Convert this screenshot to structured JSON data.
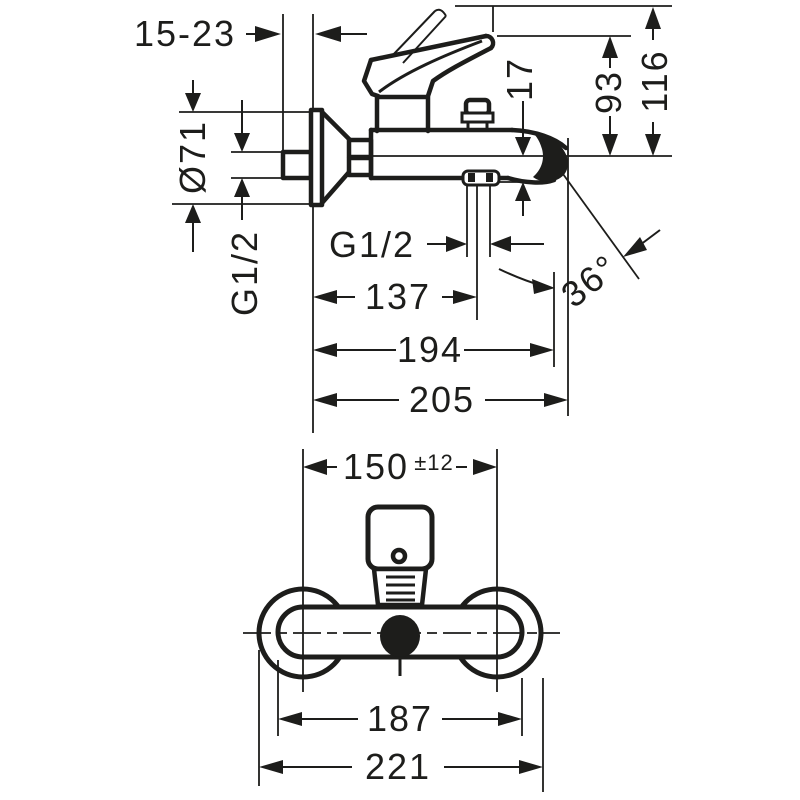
{
  "colors": {
    "line": "#1d1d1b",
    "background": "#ffffff"
  },
  "top_view": {
    "wall_distance": "15-23",
    "escutcheon_diameter": "Ø71",
    "wall_thread": "G1/2",
    "spout_offset": "17",
    "height_to_handle": "93",
    "height_total": "116",
    "outlet_thread": "G1/2",
    "wall_to_outlet": "137",
    "wall_to_spout_center": "194",
    "wall_to_spout_tip": "205",
    "spout_angle": "36°"
  },
  "bottom_view": {
    "connection_centers": "150",
    "connection_tolerance": "±12",
    "body_length": "187",
    "overall_width": "221"
  }
}
